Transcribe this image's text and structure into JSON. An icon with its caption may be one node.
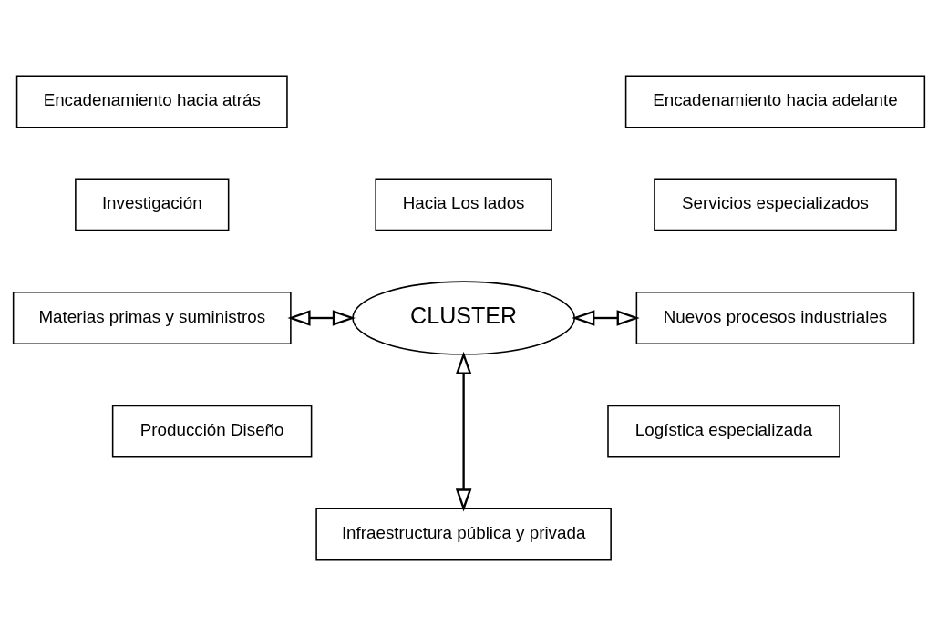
{
  "diagram": {
    "nodes": [
      {
        "text": [
          "Encadenamiento hacia atrás"
        ]
      },
      {
        "text": [
          "Encadenamiento hacia adelante"
        ]
      },
      {
        "text": [
          "Hacia Los lados"
        ]
      },
      {
        "text": [
          "Investigación"
        ]
      },
      {
        "text": [
          "Materias primas y suministros"
        ]
      },
      {
        "text": [
          "Servicios especializados"
        ]
      },
      {
        "text": [
          "CLUSTER"
        ]
      },
      {
        "text": [
          "Nuevos procesos industriales"
        ]
      },
      {
        "text": [
          "Producción Diseño"
        ]
      },
      {
        "text": [
          "Logística especializada"
        ]
      },
      {
        "text": [
          "Infraestructura pública y privada"
        ]
      }
    ],
    "edges": [
      {
        "from": 4,
        "to": 6,
        "arrow": "both"
      },
      {
        "from": 6,
        "to": 7,
        "arrow": "both"
      },
      {
        "from": 6,
        "to": 10,
        "arrow": "both"
      }
    ]
  }
}
